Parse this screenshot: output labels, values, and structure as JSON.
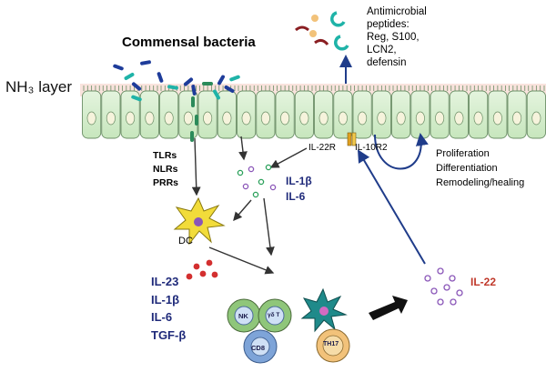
{
  "labels": {
    "layer": "NH₃ layer",
    "title": "Commensal bacteria",
    "antimicrobial": [
      "Antimicrobial",
      "peptides:",
      "Reg, S100,",
      "LCN2,",
      "defensin"
    ],
    "receptors": [
      "TLRs",
      "NLRs",
      "PRRs"
    ],
    "cytokines_top": [
      "IL-1β",
      "IL-6"
    ],
    "dc": "DC",
    "cytokines_bottom": [
      "IL-23",
      "IL-1β",
      "IL-6",
      "TGF-β"
    ],
    "il22r": "IL-22R",
    "il10r2": "IL-10R2",
    "outcomes": [
      "Proliferation",
      "Differentiation",
      "Remodeling/healing"
    ],
    "il22": "IL-22",
    "cells": {
      "nk": "NK",
      "gamma_delta_t": "γδ T",
      "cd8": "CD8",
      "th17": "TH17"
    }
  },
  "colors": {
    "epithelium_fill": "#d8efd2",
    "epithelium_stroke": "#6c8f67",
    "nucleus": "#f6f3dc",
    "mucus_layer": "#f7dcd4",
    "arrow_blue": "#1f3c8a",
    "cytokine_navy": "#1f2a7a",
    "il22_red": "#c0392b",
    "dc_yellow": "#f2dc3a",
    "cell_blue": "#7ea4d8",
    "cell_green": "#8fc67a",
    "th17_teal": "#1f8a8a"
  }
}
